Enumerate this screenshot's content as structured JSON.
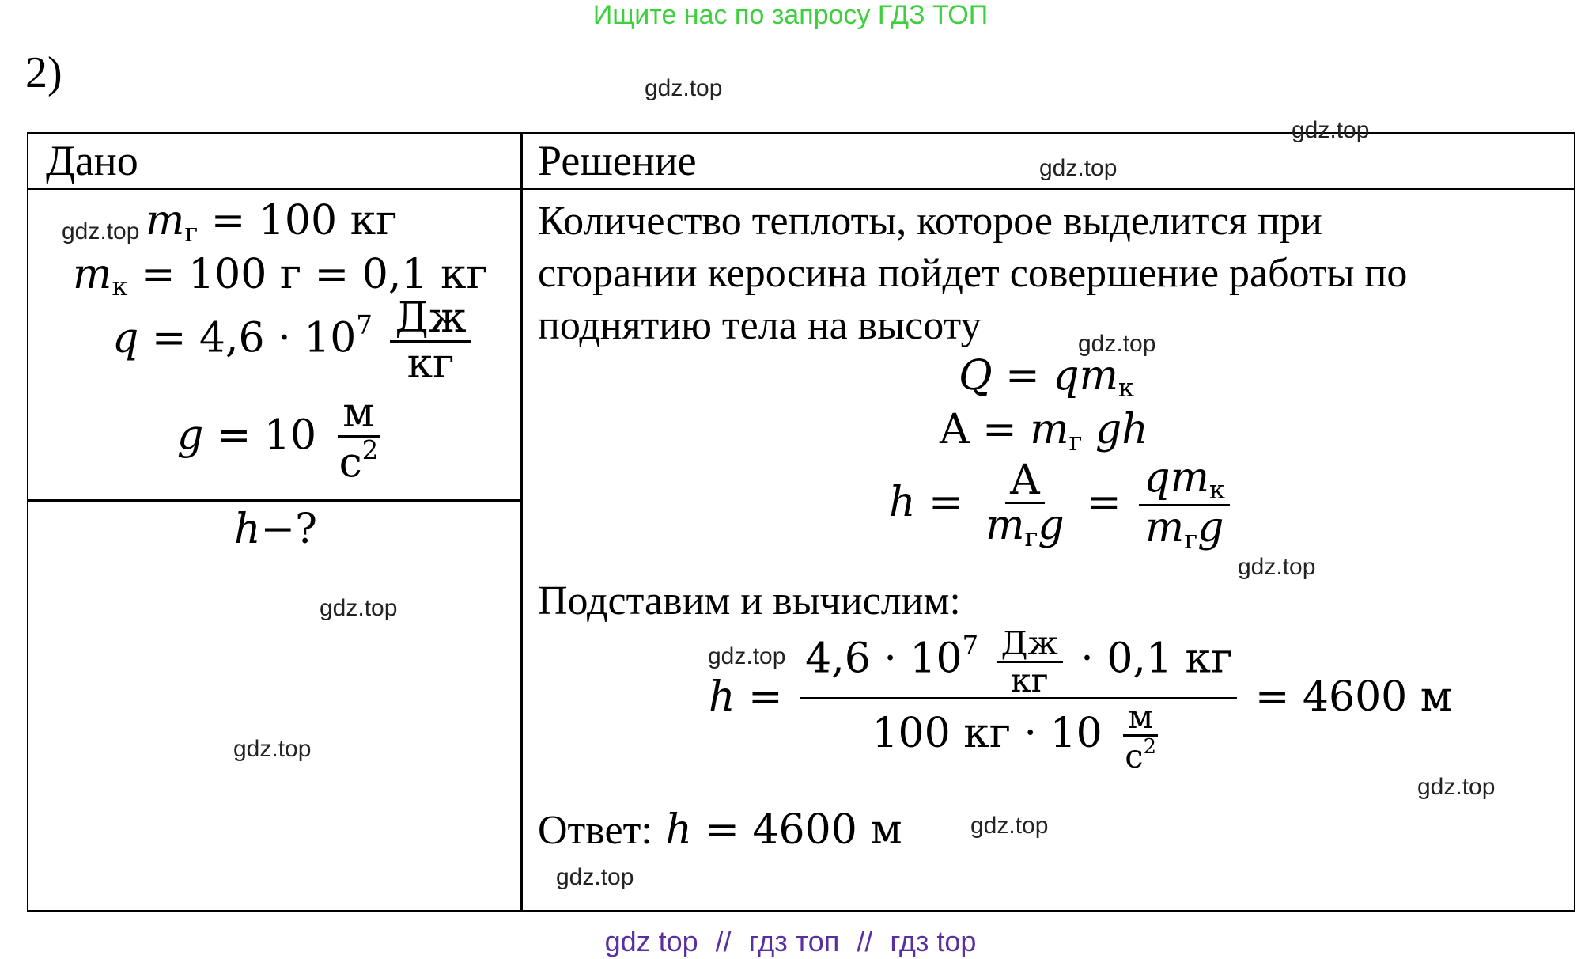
{
  "top_banner": {
    "text": "Ищите нас по запросу ГДЗ ТОП",
    "color": "#3ecf3e"
  },
  "problem_number": "2)",
  "table": {
    "given_header": "Дано",
    "solution_header": "Решение",
    "given": {
      "mg": {
        "var": "m",
        "sub": "г",
        "rhs": "= 100 кг"
      },
      "mk": {
        "var": "m",
        "sub": "к",
        "rhs": "= 100 г = 0,1 кг"
      },
      "q": {
        "var": "q",
        "coef": "= 4,6 · 10",
        "exp": "7",
        "unit_num": "Дж",
        "unit_den": "кг"
      },
      "g": {
        "var": "g",
        "coef": "= 10",
        "unit_num": "м",
        "unit_den": "с",
        "unit_den_exp": "2"
      },
      "find": {
        "var": "h",
        "rest": "−?"
      }
    },
    "solution": {
      "text_line1": "Количество теплоты, которое выделится при",
      "text_line2": "сгорании керосина пойдет совершение работы по",
      "text_line3": "поднятию тела на высоту",
      "eq1": {
        "lhs": "Q",
        "eq": "=",
        "q": "q",
        "m": "m",
        "sub": "к"
      },
      "eq2": {
        "lhs": "A",
        "eq": "=",
        "m": "m",
        "sub": "г",
        "rest": "gh"
      },
      "eq3": {
        "lhs": "h",
        "eq": "=",
        "f1_num": "A",
        "f1_den_m": "m",
        "f1_den_sub": "г",
        "f1_den_g": "g",
        "f2_num_q": "q",
        "f2_num_m": "m",
        "f2_num_sub": "к",
        "f2_den_m": "m",
        "f2_den_sub": "г",
        "f2_den_g": "g"
      },
      "substitute": "Подставим и вычислим:",
      "calc": {
        "lhs": "h",
        "eq": "=",
        "num_coef": "4,6 · 10",
        "num_exp": "7",
        "num_unit_num": "Дж",
        "num_unit_den": "кг",
        "num_tail": "· 0,1 кг",
        "den_coef": "100 кг · 10",
        "den_unit_num": "м",
        "den_unit_den": "с",
        "den_unit_exp": "2",
        "result": "= 4600 м"
      },
      "answer_label": "Ответ:",
      "answer_var": "h",
      "answer_value": "= 4600 м"
    }
  },
  "watermarks": [
    "gdz.top",
    "gdz.top",
    "gdz.top",
    "gdz.top",
    "gdz.top",
    "gdz.top",
    "gdz.top",
    "gdz.top",
    "gdz.top",
    "gdz.top",
    "gdz.top",
    "gdz.top"
  ],
  "footer": {
    "part1": "gdz top",
    "sep": "//",
    "part2": "гдз топ",
    "part3": "гдз top",
    "color": "#5a2fa0"
  }
}
